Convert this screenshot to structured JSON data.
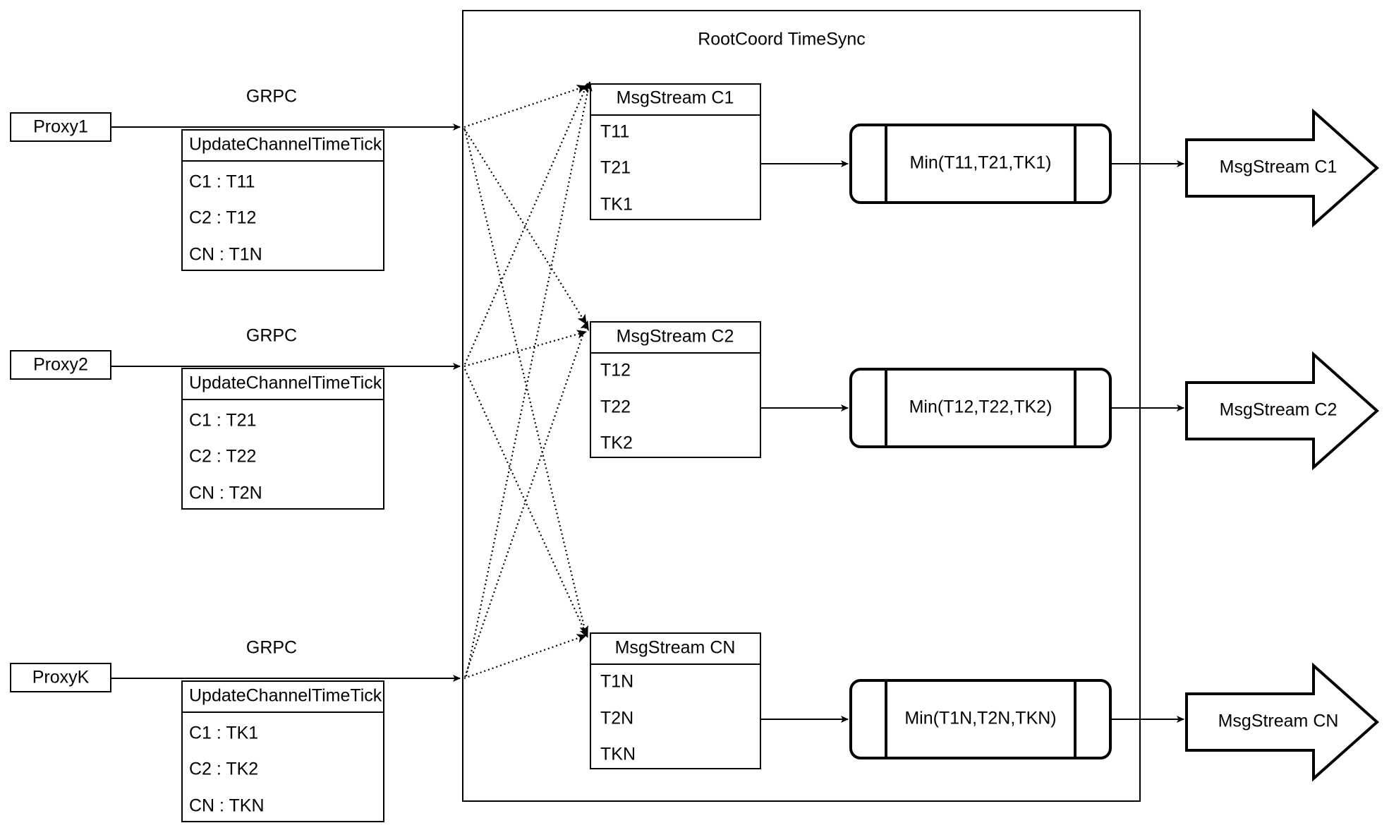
{
  "diagram": {
    "title": "RootCoord TimeSync",
    "container_label": "RootCoord TimeSync"
  },
  "rows": [
    {
      "proxy": "Proxy1",
      "grpc_label": "GRPC",
      "rpc_header": "UpdateChannelTimeTick",
      "rpc_entries": [
        "C1 :  T11",
        "C2 :  T12",
        "CN : T1N"
      ],
      "msgstream_header": "MsgStream C1",
      "msgstream_entries": [
        "T11",
        "T21",
        "TK1"
      ],
      "min_label": "Min(T11,T21,TK1)",
      "output_label": "MsgStream C1"
    },
    {
      "proxy": "Proxy2",
      "grpc_label": "GRPC",
      "rpc_header": "UpdateChannelTimeTick",
      "rpc_entries": [
        "C1 :  T21",
        "C2 :  T22",
        "CN : T2N"
      ],
      "msgstream_header": "MsgStream C2",
      "msgstream_entries": [
        "T12",
        "T22",
        "TK2"
      ],
      "min_label": "Min(T12,T22,TK2)",
      "output_label": "MsgStream C2"
    },
    {
      "proxy": "ProxyK",
      "grpc_label": "GRPC",
      "rpc_header": "UpdateChannelTimeTick",
      "rpc_entries": [
        "C1 :  TK1",
        "C2 :  TK2",
        "CN : TKN"
      ],
      "msgstream_header": "MsgStream CN",
      "msgstream_entries": [
        "T1N",
        "T2N",
        "TKN"
      ],
      "min_label": "Min(T1N,T2N,TKN)",
      "output_label": "MsgStream CN"
    }
  ],
  "colors": {
    "stroke": "#000000",
    "background": "#ffffff",
    "text": "#000000"
  }
}
